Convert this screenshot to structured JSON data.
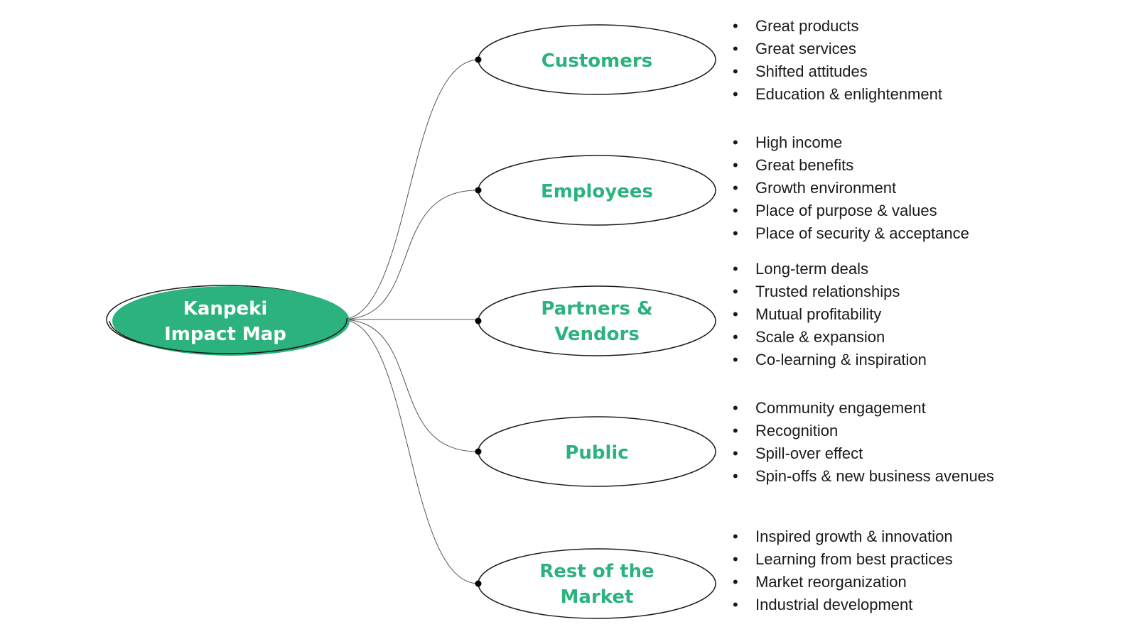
{
  "center": {
    "line1": "Kanpeki",
    "line2": "Impact Map"
  },
  "colors": {
    "accent": "#2bb27e",
    "text": "#1a1a1a",
    "outline": "#1a1a1a"
  },
  "branches": [
    {
      "label_lines": [
        "Customers"
      ],
      "items": [
        "Great products",
        "Great services",
        "Shifted attitudes",
        "Education & enlightenment"
      ]
    },
    {
      "label_lines": [
        "Employees"
      ],
      "items": [
        "High income",
        "Great benefits",
        "Growth environment",
        "Place of purpose & values",
        "Place of security & acceptance"
      ]
    },
    {
      "label_lines": [
        "Partners &",
        "Vendors"
      ],
      "items": [
        "Long-term deals",
        "Trusted relationships",
        "Mutual profitability",
        "Scale & expansion",
        "Co-learning & inspiration"
      ]
    },
    {
      "label_lines": [
        "Public"
      ],
      "items": [
        "Community engagement",
        "Recognition",
        "Spill-over effect",
        "Spin-offs & new business avenues"
      ]
    },
    {
      "label_lines": [
        "Rest of the",
        "Market"
      ],
      "items": [
        "Inspired growth & innovation",
        "Learning from best practices",
        "Market reorganization",
        "Industrial development"
      ]
    }
  ]
}
